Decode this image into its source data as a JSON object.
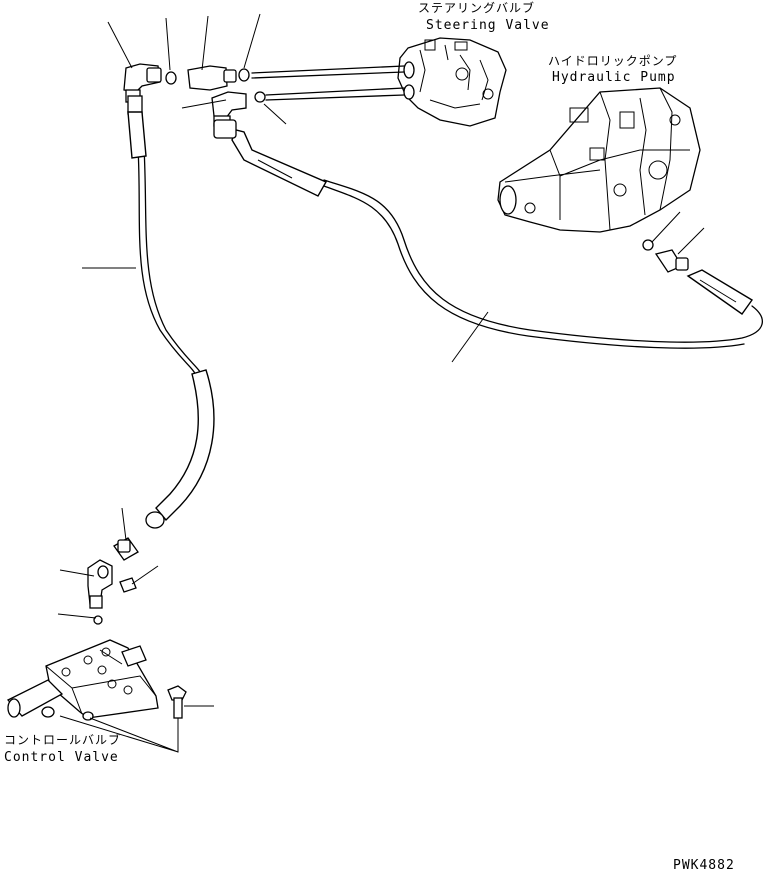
{
  "labels": {
    "steering_valve_jp": "ステアリングバルブ",
    "steering_valve_en": "Steering Valve",
    "hydraulic_pump_jp": "ハイドロリックポンプ",
    "hydraulic_pump_en": "Hydraulic Pump",
    "control_valve_jp": "コントロールバルブ",
    "control_valve_en": "Control Valve",
    "drawing_number": "PWK4882"
  }
}
